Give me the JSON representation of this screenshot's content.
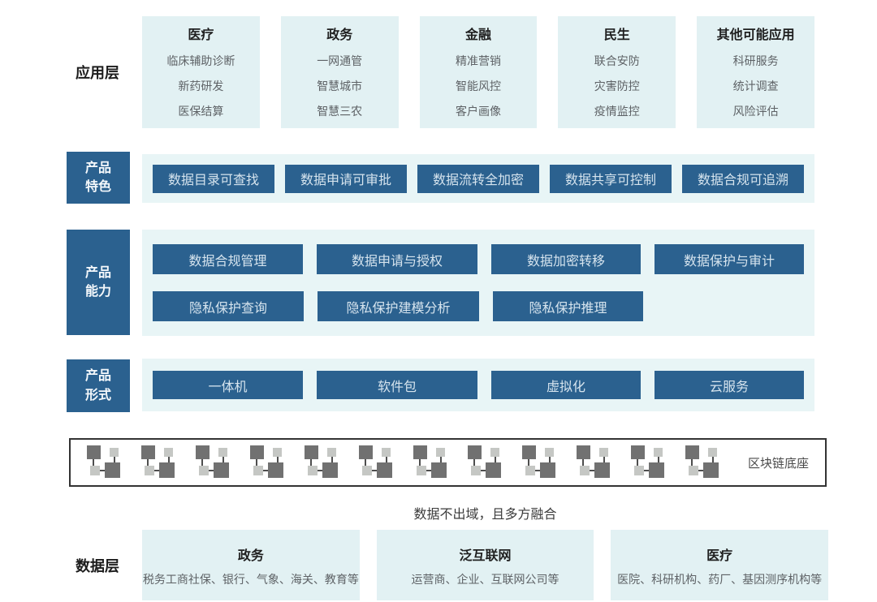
{
  "diagram": {
    "app_layer": {
      "label": "应用层",
      "boxes": [
        {
          "title": "医疗",
          "items": [
            "临床辅助诊断",
            "新药研发",
            "医保结算"
          ]
        },
        {
          "title": "政务",
          "items": [
            "一网通管",
            "智慧城市",
            "智慧三农"
          ]
        },
        {
          "title": "金融",
          "items": [
            "精准营销",
            "智能风控",
            "客户画像"
          ]
        },
        {
          "title": "民生",
          "items": [
            "联合安防",
            "灾害防控",
            "疫情监控"
          ]
        },
        {
          "title": "其他可能应用",
          "items": [
            "科研服务",
            "统计调查",
            "风险评估"
          ]
        }
      ]
    },
    "product_features": {
      "label": "产品特色",
      "label_display": "产品\n特色",
      "items": [
        "数据目录可查找",
        "数据申请可审批",
        "数据流转全加密",
        "数据共享可控制",
        "数据合规可追溯"
      ]
    },
    "product_capabilities": {
      "label": "产品能力",
      "label_display": "产品\n能力",
      "row1": [
        "数据合规管理",
        "数据申请与授权",
        "数据加密转移",
        "数据保护与审计"
      ],
      "row2": [
        "隐私保护查询",
        "隐私保护建模分析",
        "隐私保护推理"
      ]
    },
    "product_forms": {
      "label": "产品形式",
      "label_display": "产品\n形式",
      "items": [
        "一体机",
        "软件包",
        "虚拟化",
        "云服务"
      ]
    },
    "blockchain_base": {
      "label": "区块链底座",
      "icon_count": 12
    },
    "caption": "数据不出域，且多方融合",
    "data_layer": {
      "label": "数据层",
      "boxes": [
        {
          "title": "政务",
          "subtitle": "税务工商社保、银行、气象、海关、教育等"
        },
        {
          "title": "泛互联网",
          "subtitle": "运营商、企业、互联网公司等"
        },
        {
          "title": "医疗",
          "subtitle": "医院、科研机构、药厂、基因测序机构等"
        }
      ]
    },
    "colors": {
      "dark_blue": "#2B618F",
      "light_teal": "#E2F1F3",
      "strip_teal": "#E8F5F6",
      "icon_dark_gray": "#717171",
      "icon_light_gray": "#C5C7C4"
    }
  }
}
